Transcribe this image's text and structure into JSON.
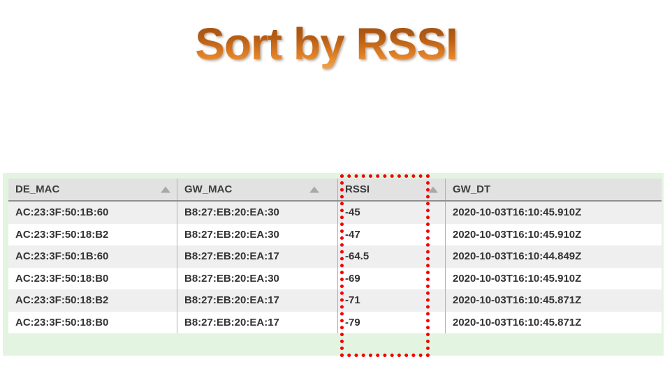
{
  "slide": {
    "title": "Sort by RSSI"
  },
  "title_style": {
    "gradient_top": "#9e4d0c",
    "gradient_bottom": "#f2a044"
  },
  "table": {
    "columns": [
      {
        "label": "DE_MAC",
        "sortable": true
      },
      {
        "label": "GW_MAC",
        "sortable": true
      },
      {
        "label": "RSSI",
        "sortable": true
      },
      {
        "label": "GW_DT",
        "sortable": false
      }
    ],
    "rows": [
      [
        "AC:23:3F:50:1B:60",
        "B8:27:EB:20:EA:30",
        "-45",
        "2020-10-03T16:10:45.910Z"
      ],
      [
        "AC:23:3F:50:18:B2",
        "B8:27:EB:20:EA:30",
        "-47",
        "2020-10-03T16:10:45.910Z"
      ],
      [
        "AC:23:3F:50:1B:60",
        "B8:27:EB:20:EA:17",
        "-64.5",
        "2020-10-03T16:10:44.849Z"
      ],
      [
        "AC:23:3F:50:18:B0",
        "B8:27:EB:20:EA:30",
        "-69",
        "2020-10-03T16:10:45.910Z"
      ],
      [
        "AC:23:3F:50:18:B2",
        "B8:27:EB:20:EA:17",
        "-71",
        "2020-10-03T16:10:45.871Z"
      ],
      [
        "AC:23:3F:50:18:B0",
        "B8:27:EB:20:EA:17",
        "-79",
        "2020-10-03T16:10:45.871Z"
      ]
    ]
  },
  "icons": {
    "sort_indicator": "triangle-up"
  },
  "annotation": {
    "type": "dotted-rectangle",
    "highlighted_column": "RSSI",
    "color": "#ff0000"
  },
  "colors": {
    "panel_green": "#e3f5e1",
    "header_gray": "#e2e2e2",
    "row_alt_gray": "#efefef",
    "divider_gray": "#b0b0b0",
    "text_dark": "#333333"
  }
}
